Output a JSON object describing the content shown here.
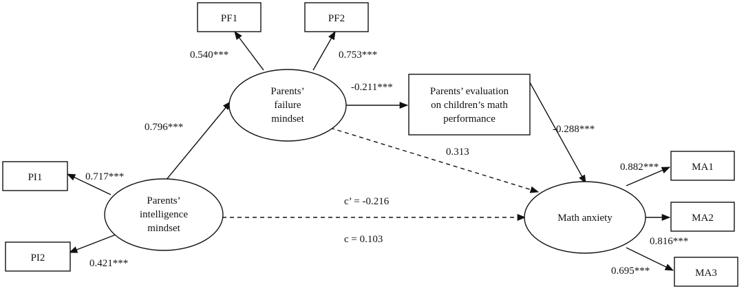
{
  "nodes": {
    "pf1": {
      "lines": [
        "PF1"
      ]
    },
    "pf2": {
      "lines": [
        "PF2"
      ]
    },
    "failure": {
      "lines": [
        "Parents’",
        "failure",
        "mindset"
      ]
    },
    "evaluation": {
      "lines": [
        "Parents’ evaluation",
        "on children’s math",
        "performance"
      ]
    },
    "pi1": {
      "lines": [
        "PI1"
      ]
    },
    "pi2": {
      "lines": [
        "PI2"
      ]
    },
    "intelligence": {
      "lines": [
        "Parents’",
        "intelligence",
        "mindset"
      ]
    },
    "anxiety": {
      "lines": [
        "Math anxiety"
      ]
    },
    "ma1": {
      "lines": [
        "MA1"
      ]
    },
    "ma2": {
      "lines": [
        "MA2"
      ]
    },
    "ma3": {
      "lines": [
        "MA3"
      ]
    }
  },
  "coefficients": {
    "pf1_loading": "0.540***",
    "pf2_loading": "0.753***",
    "failure_to_evaluation": "-0.211***",
    "intelligence_to_failure": "0.796***",
    "evaluation_to_anxiety": "-0.288***",
    "failure_to_anxiety": "0.313",
    "pi1_loading": "0.717***",
    "pi2_loading": "0.421***",
    "direct_effect": "c’ = -0.216",
    "total_effect": "c = 0.103",
    "ma1_loading": "0.882***",
    "ma2_loading": "0.816***",
    "ma3_loading": "0.695***"
  }
}
